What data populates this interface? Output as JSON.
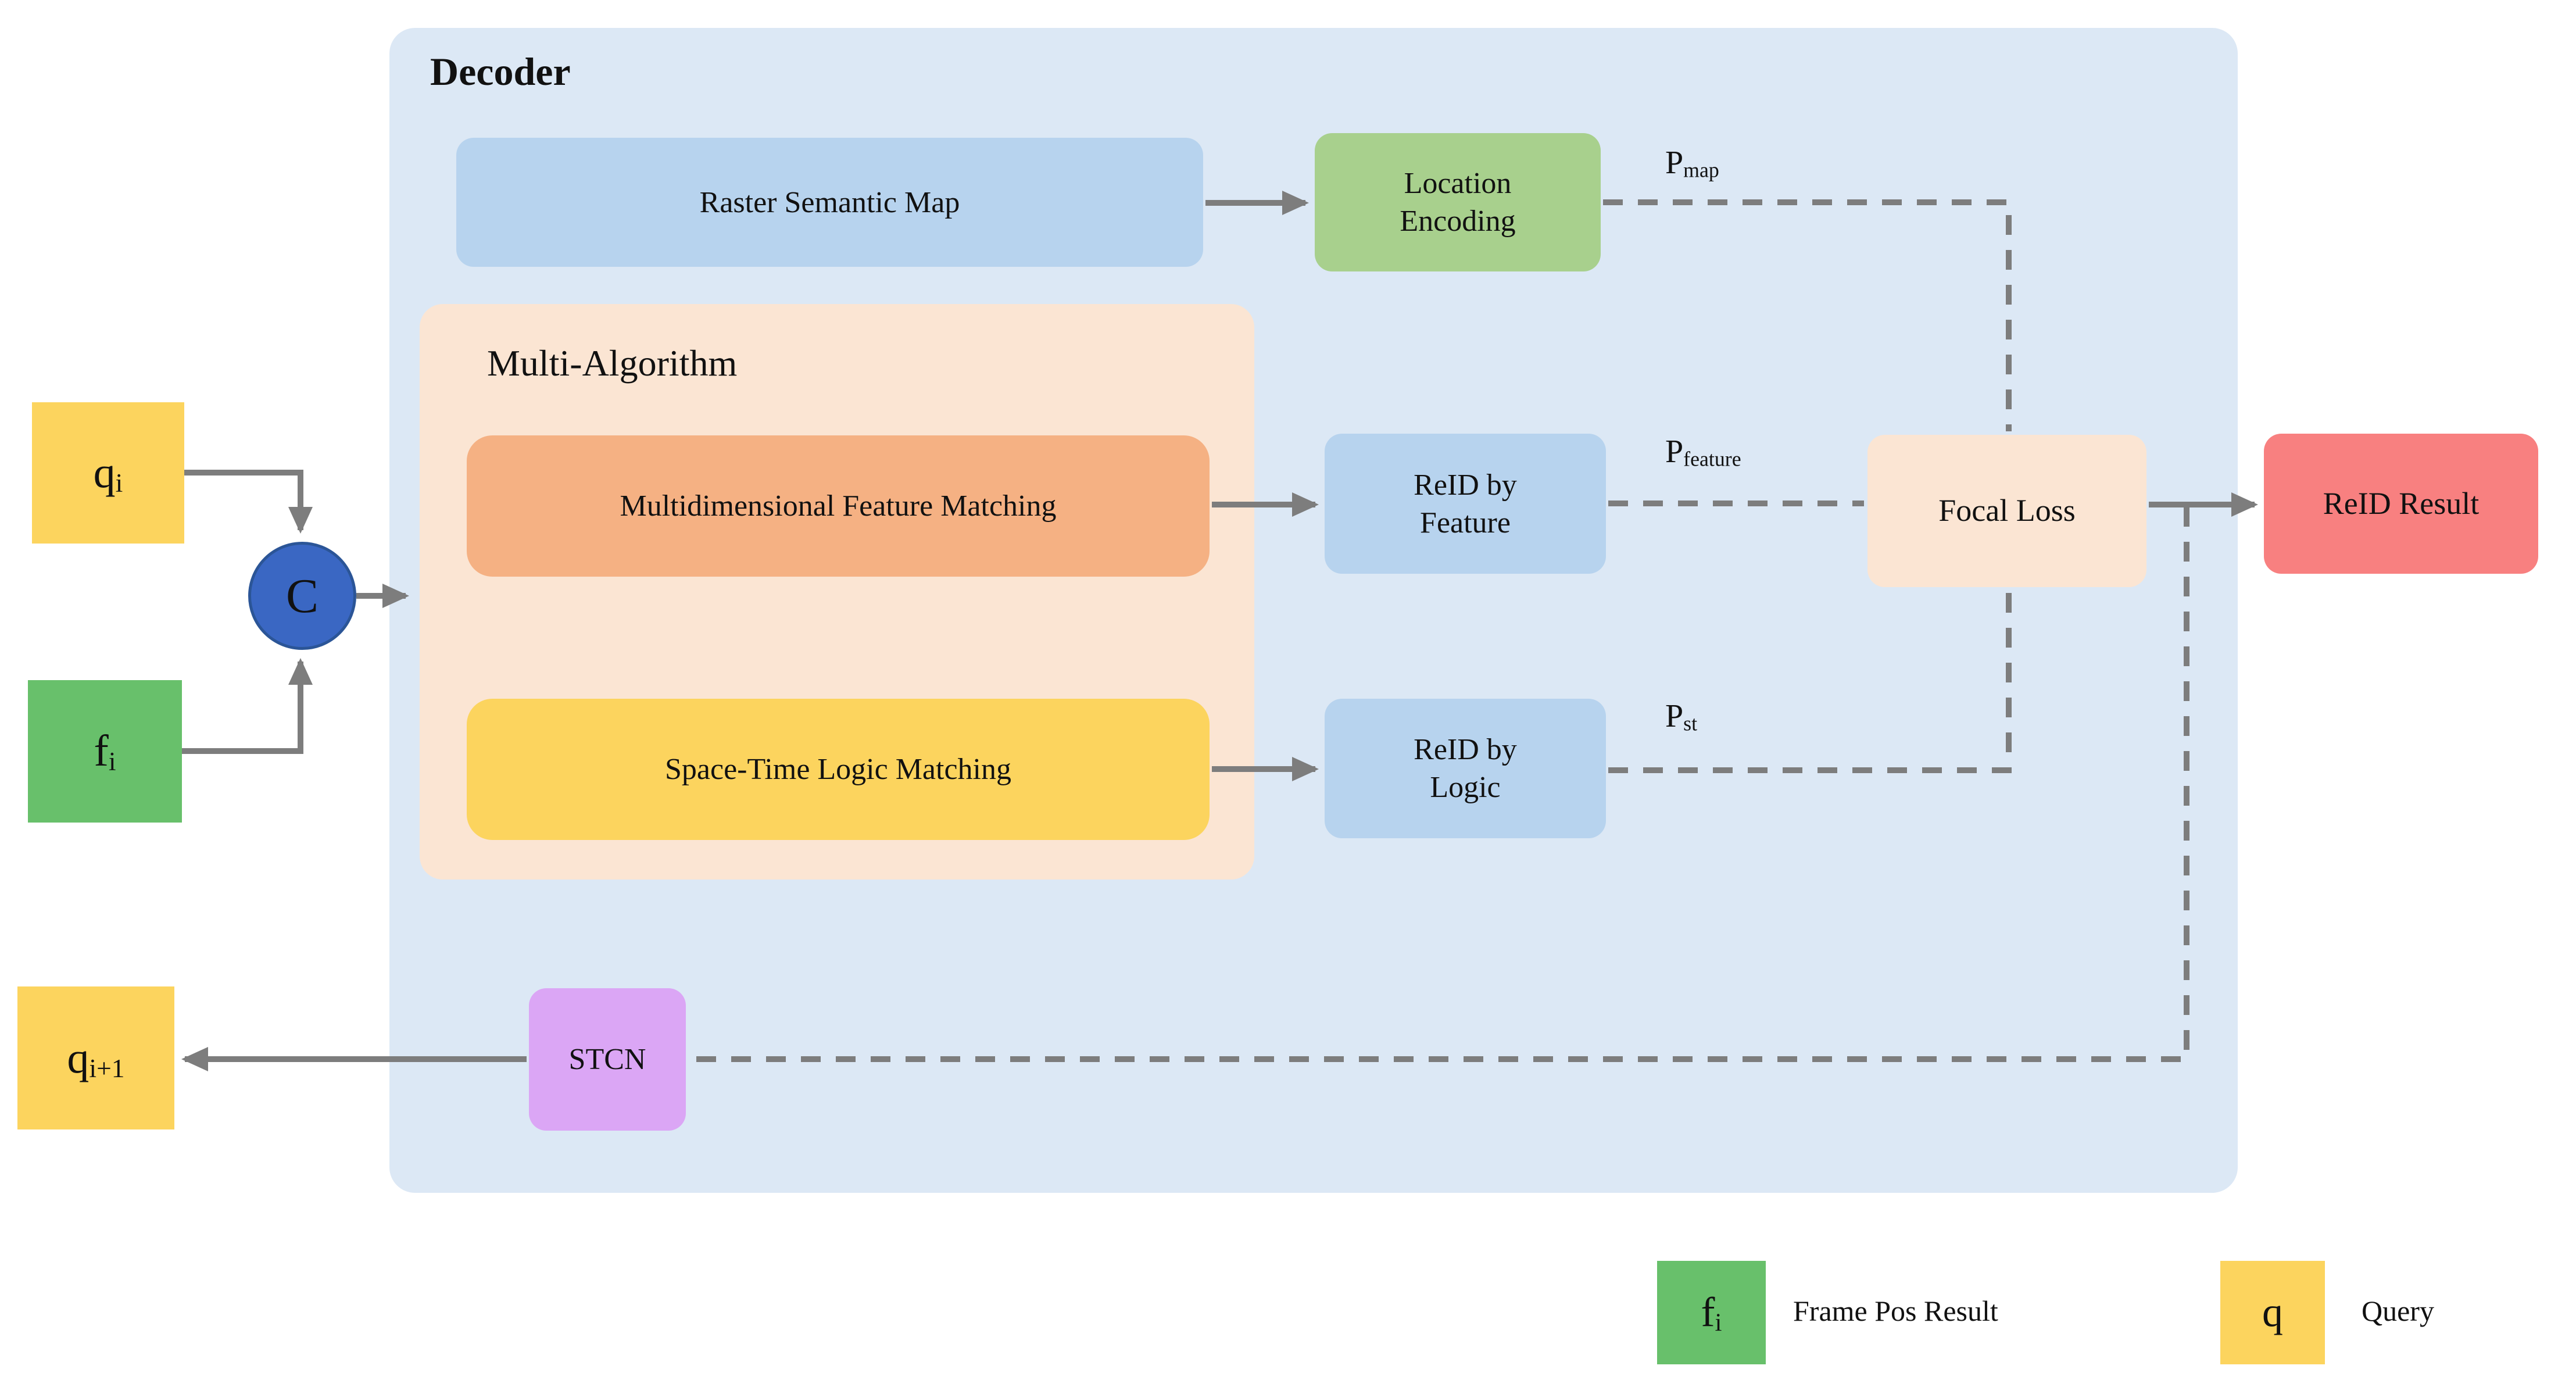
{
  "titles": {
    "decoder": "Decoder",
    "multi_algorithm": "Multi-Algorithm"
  },
  "nodes": {
    "raster": {
      "label": "Raster Semantic Map"
    },
    "location": {
      "line1": "Location",
      "line2": "Encoding"
    },
    "mfm": {
      "label": "Multidimensional Feature Matching"
    },
    "stlm": {
      "label": "Space-Time Logic Matching"
    },
    "reid_feature": {
      "line1": "ReID by",
      "line2": "Feature"
    },
    "reid_logic": {
      "line1": "ReID by",
      "line2": "Logic"
    },
    "focal": {
      "label": "Focal Loss"
    },
    "result": {
      "label": "ReID Result"
    },
    "stcn": {
      "label": "STCN"
    },
    "concat": {
      "label": "C"
    },
    "qi": {
      "base": "q",
      "sub": "i"
    },
    "fi": {
      "base": "f",
      "sub": "i"
    },
    "qi1": {
      "base": "q",
      "sub": "i+1"
    }
  },
  "probabilities": {
    "pmap": {
      "base": "P",
      "sub": "map"
    },
    "pfeature": {
      "base": "P",
      "sub": "feature"
    },
    "pst": {
      "base": "P",
      "sub": "st"
    }
  },
  "legend": {
    "items": [
      {
        "symbol_base": "f",
        "symbol_sub": "i",
        "label": "Frame Pos Result"
      },
      {
        "symbol_base": "q",
        "symbol_sub": "",
        "label": "Query"
      }
    ]
  },
  "colors": {
    "canvas_bg": "#ffffff",
    "decoder_bg": "#dce8f5",
    "multi_bg": "#fbe5d3",
    "node_blue": "#b7d3ee",
    "node_green": "#a8d08d",
    "node_orange": "#f5b183",
    "node_yellow": "#fcd45e",
    "node_red": "#f88080",
    "node_purple": "#dba6f5",
    "io_green": "#68c06b",
    "concat_fill": "#3a67c3",
    "concat_border": "#2b5597",
    "line_gray": "#7d7d7d",
    "text": "#111111"
  }
}
